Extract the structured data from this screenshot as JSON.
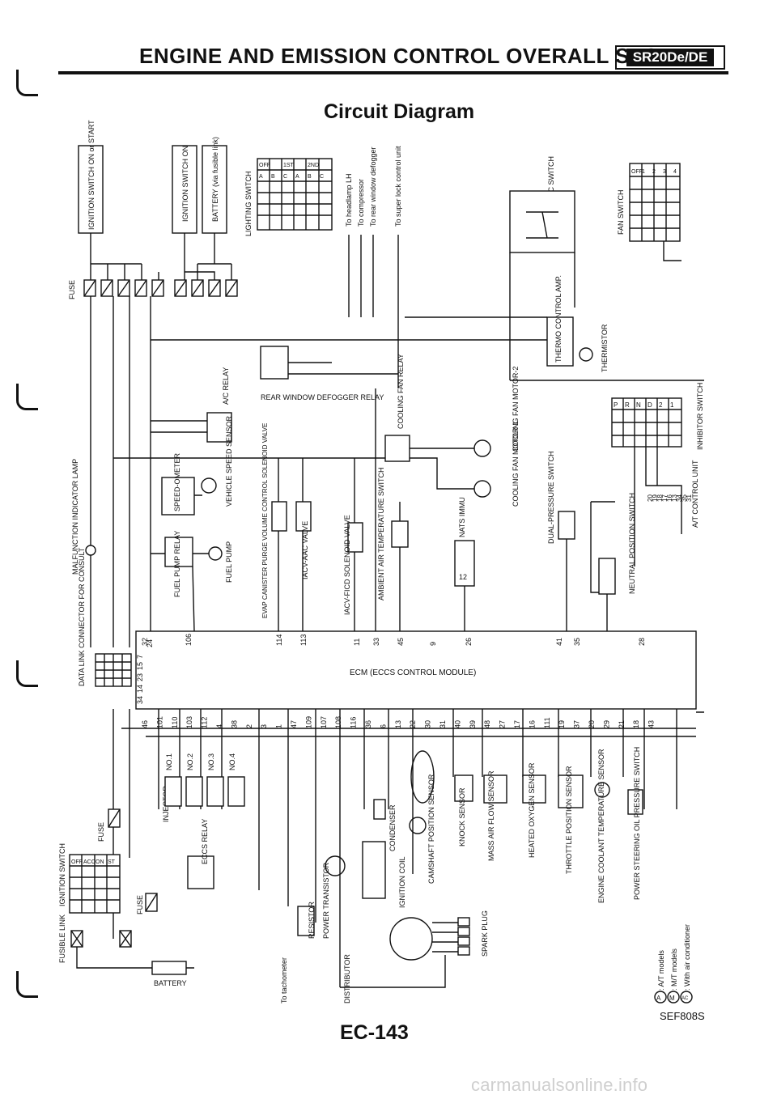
{
  "header": {
    "title": "ENGINE AND EMISSION CONTROL OVERALL SYSTEM",
    "engine_code": "SR20De/DE"
  },
  "diagram": {
    "title": "Circuit Diagram",
    "ecm_label": "ECM (ECCS CONTROL MODULE)",
    "figure_code": "SEF808S",
    "switches": {
      "ignition_on_start": "IGNITION SWITCH ON or START",
      "ignition_on": "IGNITION SWITCH ON",
      "battery_fusible": "BATTERY (via fusible link)",
      "lighting": "LIGHTING SWITCH",
      "ac_switch": "A/C SWITCH",
      "fan_switch": "FAN SWITCH",
      "inhibitor": "INHIBITOR SWITCH",
      "ignition_bottom": "IGNITION SWITCH",
      "neutral": "NEUTRAL POSITION SWITCH",
      "dual_pressure": "DUAL-PRESSURE SWITCH",
      "power_steering": "POWER STEERING OIL PRESSURE SWITCH",
      "ambient": "AMBIENT AIR TEMPERATURE SWITCH"
    },
    "lighting_cols": [
      "OFF",
      "1ST",
      "2ND"
    ],
    "lighting_rows": [
      "A",
      "B",
      "C",
      "A",
      "B",
      "C"
    ],
    "fan_cols": [
      "OFF",
      "1",
      "2",
      "3",
      "4"
    ],
    "inhibitor_cols": [
      "P",
      "R",
      "N",
      "D",
      "2",
      "1"
    ],
    "ignition_cols": [
      "OFF",
      "ACC",
      "ON",
      "ST"
    ],
    "outputs": [
      "To headlamp LH",
      "To compressor",
      "To rear window defogger",
      "To super lock control unit",
      "To tachometer"
    ],
    "relays": {
      "rear_defogger": "REAR WINDOW DEFOGGER RELAY",
      "ac": "A/C RELAY",
      "cooling_fan": "COOLING FAN RELAY",
      "fuel_pump": "FUEL PUMP RELAY",
      "eccs": "ECCS RELAY"
    },
    "components": {
      "fuse": "FUSE",
      "thermo": "THERMO CONTROL AMP.",
      "thermistor": "THERMISTOR",
      "cooling_fan_1": "COOLING FAN MOTOR-1",
      "cooling_fan_2": "COOLING FAN MOTOR-2",
      "speedometer": "SPEED-OMETER",
      "vss": "VEHICLE SPEED SENSOR",
      "fuel_pump": "FUEL PUMP",
      "mil": "MALFUNCTION INDICATOR LAMP",
      "evap": "EVAP CANISTER PURGE VOLUME CONTROL SOLENOID VALVE",
      "iacv_aac": "IACV-AAC VALVE",
      "iacv_ficd": "IACV-FICD SOLENOID VALVE",
      "nats": "NATS IMMU",
      "at_control": "A/T CONTROL UNIT",
      "data_link": "DATA LINK CONNECTOR FOR CONSULT",
      "injector": "INJECTOR",
      "injector_numbers": [
        "NO.1",
        "NO.2",
        "NO.3",
        "NO.4"
      ],
      "condenser": "CONDENSER",
      "ignition_coil": "IGNITION COIL",
      "camshaft": "CAMSHAFT POSITION SENSOR",
      "knock": "KNOCK SENSOR",
      "maf": "MASS AIR FLOW SENSOR",
      "o2": "HEATED OXYGEN SENSOR",
      "tps": "THROTTLE POSITION SENSOR",
      "ect": "ENGINE COOLANT TEMPERATURE SENSOR",
      "power_transistor": "POWER TRANSISTOR",
      "resistor": "RESISTOR",
      "distributor": "DISTRIBUTOR",
      "spark_plug": "SPARK PLUG",
      "battery": "BATTERY",
      "fusible_link": "FUSIBLE LINK"
    },
    "ecm_pins_top": [
      "32",
      "24",
      "106",
      "114",
      "113",
      "11",
      "33",
      "45",
      "9",
      "26",
      "41",
      "35",
      "28"
    ],
    "ecm_pins_top_left": [
      "34",
      "14",
      "23",
      "15",
      "7"
    ],
    "ecm_pins_bottom": [
      "46",
      "101",
      "110",
      "103",
      "112",
      "4",
      "38",
      "2",
      "3",
      "1",
      "47",
      "109",
      "107",
      "108",
      "116",
      "36",
      "6",
      "13",
      "22",
      "30",
      "31",
      "40",
      "39",
      "48",
      "27",
      "17",
      "16",
      "111",
      "19",
      "37",
      "20",
      "29",
      "21",
      "18",
      "43"
    ],
    "at_pins": [
      "20",
      "19",
      "18",
      "17",
      "16",
      "13",
      "34",
      "35",
      "31"
    ],
    "nats_pin": "12",
    "legend": [
      {
        "symbol": "A",
        "text": ": A/T models"
      },
      {
        "symbol": "M",
        "text": ": M/T models"
      },
      {
        "symbol": "AC",
        "text": ": With air conditioner"
      }
    ]
  },
  "footer": {
    "page_number": "EC-143",
    "watermark": "carmanualsonline.info"
  }
}
